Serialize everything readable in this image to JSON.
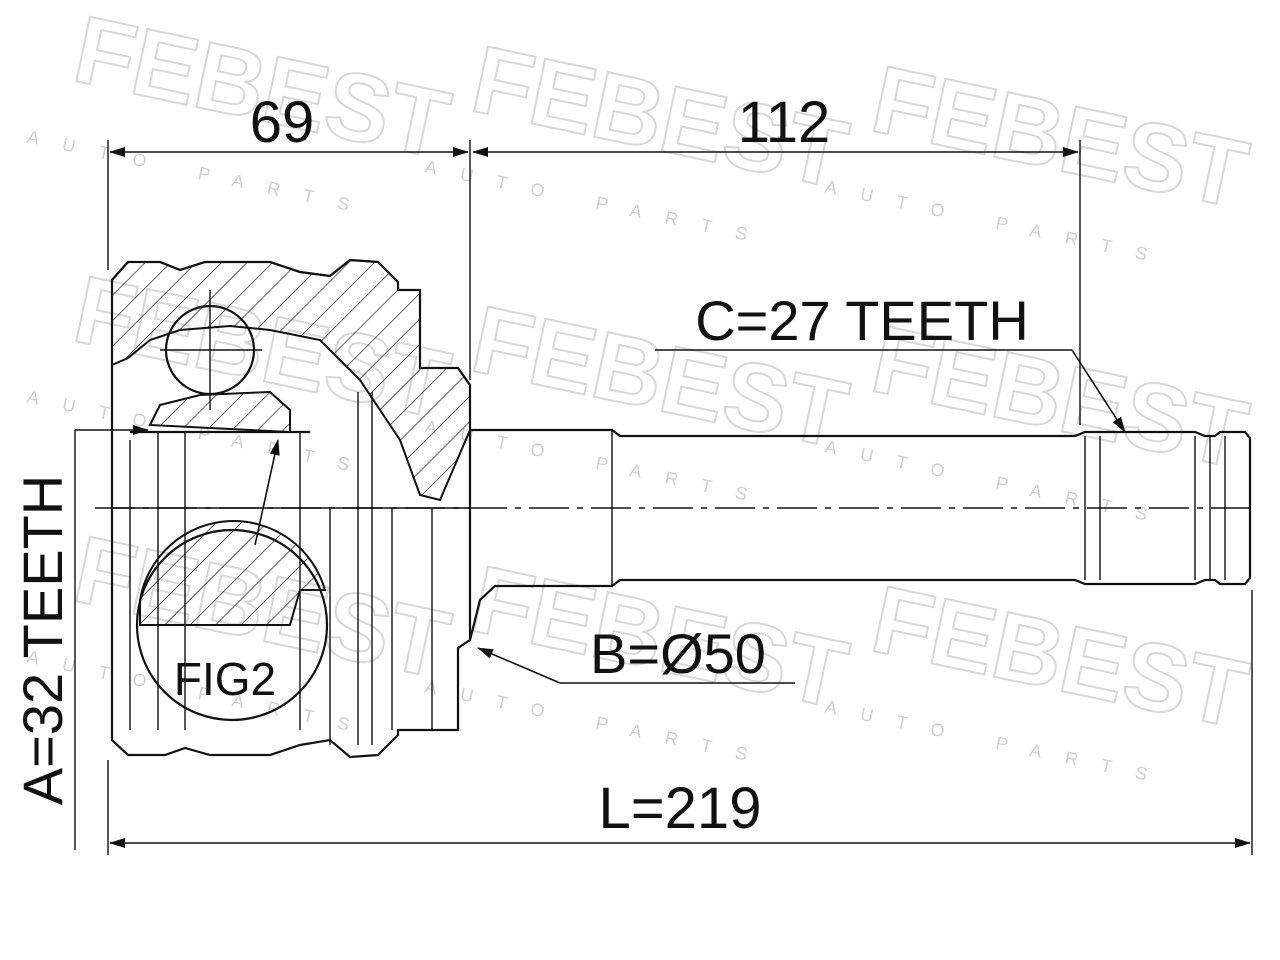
{
  "watermark": {
    "brand": "FEBEST",
    "subtitle": "AUTO PARTS"
  },
  "dimensions": {
    "housing_length": "69",
    "shaft_length": "112",
    "spline_c": "C=27 TEETH",
    "diameter_b": "B=Ø50",
    "total_length": "L=219",
    "spline_a": "A=32 TEETH"
  },
  "figure_label": "FIG2"
}
